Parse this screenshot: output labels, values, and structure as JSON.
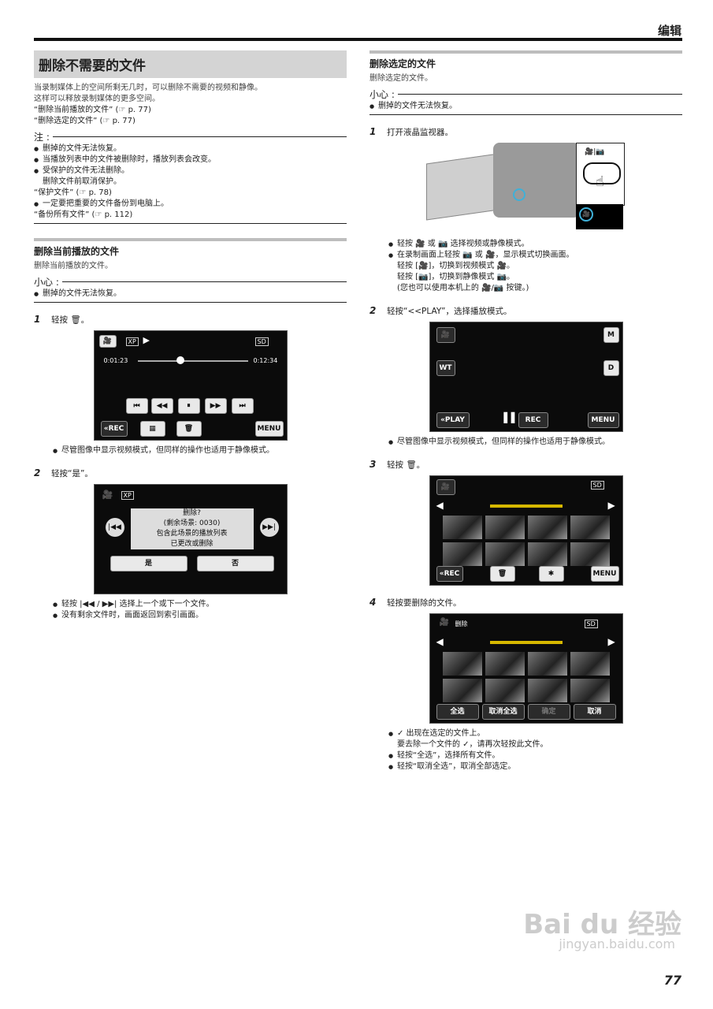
{
  "header": {
    "title": "编辑",
    "page_number": "77"
  },
  "left": {
    "section_title": "删除不需要的文件",
    "intro": [
      "当录制媒体上的空间所剩无几时，可以删除不需要的视频和静像。",
      "这样可以释放录制媒体的更多空间。"
    ],
    "links": [
      "“删除当前播放的文件” (☞ p. 77)",
      "“删除选定的文件” (☞ p. 77)"
    ],
    "note_title": "注 :",
    "notes": [
      "删掉的文件无法恢复。",
      "当播放列表中的文件被删除时，播放列表会改变。",
      "受保护的文件无法删除。",
      "删除文件前取消保护。",
      "“保护文件” (☞ p. 78)",
      "一定要把重要的文件备份到电脑上。",
      "“备份所有文件” (☞ p. 112)"
    ],
    "sub_title": "删除当前播放的文件",
    "sub_desc": "删除当前播放的文件。",
    "caution_title": "小心 :",
    "caution": "删掉的文件无法恢复。",
    "step1": {
      "n": "1",
      "text": "轻按 🗑。"
    },
    "screen1": {
      "mode": "XP",
      "time_left": "0:01:23",
      "time_right": "0:12:34",
      "media": "SD",
      "rec": "«REC",
      "menu": "MENU"
    },
    "step1_note": "尽管图像中显示视频模式，但同样的操作也适用于静像模式。",
    "step2": {
      "n": "2",
      "text": "轻按“是”。"
    },
    "screen2": {
      "mode": "XP",
      "dialog": [
        "删除?",
        "(剩余场景: 0030)",
        "包含此场景的播放列表",
        "已更改或删除"
      ],
      "yes": "是",
      "no": "否"
    },
    "step2_notes": [
      "轻按 |◀◀ / ▶▶| 选择上一个或下一个文件。",
      "没有剩余文件时，画面返回到索引画面。"
    ]
  },
  "right": {
    "sub_title": "删除选定的文件",
    "sub_desc": "删除选定的文件。",
    "caution_title": "小心 :",
    "caution": "删掉的文件无法恢复。",
    "step1": {
      "n": "1",
      "text": "打开液晶监视器。"
    },
    "step1_notes": [
      "轻按 🎥 或 📷 选择视频或静像模式。",
      "在录制画面上轻按 📷 或 🎥，显示模式切换画面。",
      "轻按 [🎥]，切换到视频模式 🎥。",
      "轻按 [📷]，切换到静像模式 📷。",
      "(您也可以使用本机上的 🎥/📷 按键。)"
    ],
    "step2": {
      "n": "2",
      "text": "轻按“<<PLAY”，选择播放模式。"
    },
    "screen3": {
      "m": "M",
      "wt": "WT",
      "d": "D",
      "play": "«PLAY",
      "rec": "REC",
      "menu": "MENU"
    },
    "step2_note": "尽管图像中显示视频模式，但同样的操作也适用于静像模式。",
    "step3": {
      "n": "3",
      "text": "轻按 🗑。"
    },
    "screen4": {
      "media": "SD",
      "rec": "«REC",
      "menu": "MENU"
    },
    "step4": {
      "n": "4",
      "text": "轻按要删除的文件。"
    },
    "screen5": {
      "title": "删除",
      "media": "SD",
      "btns": [
        "全选",
        "取消全选",
        "确定",
        "取消"
      ]
    },
    "step4_notes": [
      "✓ 出现在选定的文件上。",
      "要去除一个文件的 ✓，请再次轻按此文件。",
      "轻按“全选”，选择所有文件。",
      "轻按“取消全选”，取消全部选定。"
    ]
  },
  "watermark": {
    "brand": "Bai du 经验",
    "url": "jingyan.baidu.com"
  }
}
